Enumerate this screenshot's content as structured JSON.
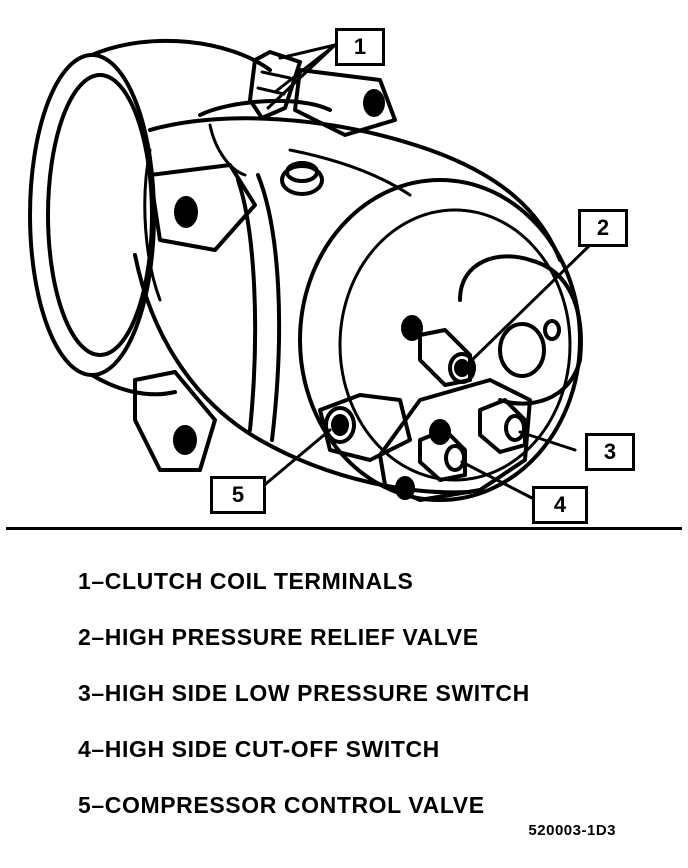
{
  "callouts": [
    {
      "number": "1"
    },
    {
      "number": "2"
    },
    {
      "number": "3"
    },
    {
      "number": "4"
    },
    {
      "number": "5"
    }
  ],
  "legend": [
    "1–CLUTCH COIL TERMINALS",
    "2–HIGH PRESSURE RELIEF VALVE",
    "3–HIGH SIDE LOW PRESSURE SWITCH",
    "4–HIGH SIDE CUT-OFF SWITCH",
    "5–COMPRESSOR CONTROL VALVE"
  ],
  "figure_id": "520003-1D3"
}
